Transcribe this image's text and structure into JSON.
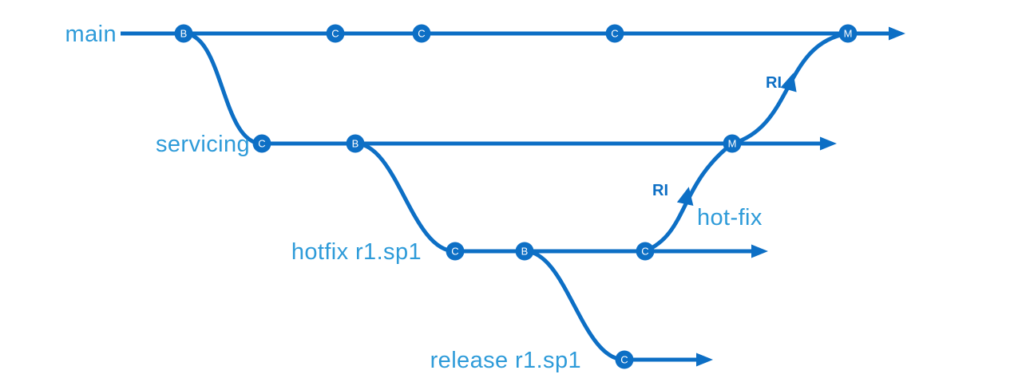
{
  "diagram": {
    "type": "branching-flow",
    "colors": {
      "line": "#0D6FC5",
      "label": "#2E9BD9",
      "node_fill": "#0D6FC5",
      "node_text": "#FFFFFF"
    },
    "branches": {
      "main": {
        "label": "main",
        "nodes": [
          "B",
          "C",
          "C",
          "C",
          "M"
        ]
      },
      "servicing": {
        "label": "servicing",
        "nodes": [
          "C",
          "B",
          "M"
        ]
      },
      "hotfix": {
        "label": "hotfix r1.sp1",
        "nodes": [
          "C",
          "B",
          "C"
        ]
      },
      "release": {
        "label": "release r1.sp1",
        "nodes": [
          "C"
        ]
      }
    },
    "annotations": {
      "ri_to_main": "RI",
      "ri_to_servicing": "RI",
      "hotfix_flow": "hot-fix"
    }
  }
}
